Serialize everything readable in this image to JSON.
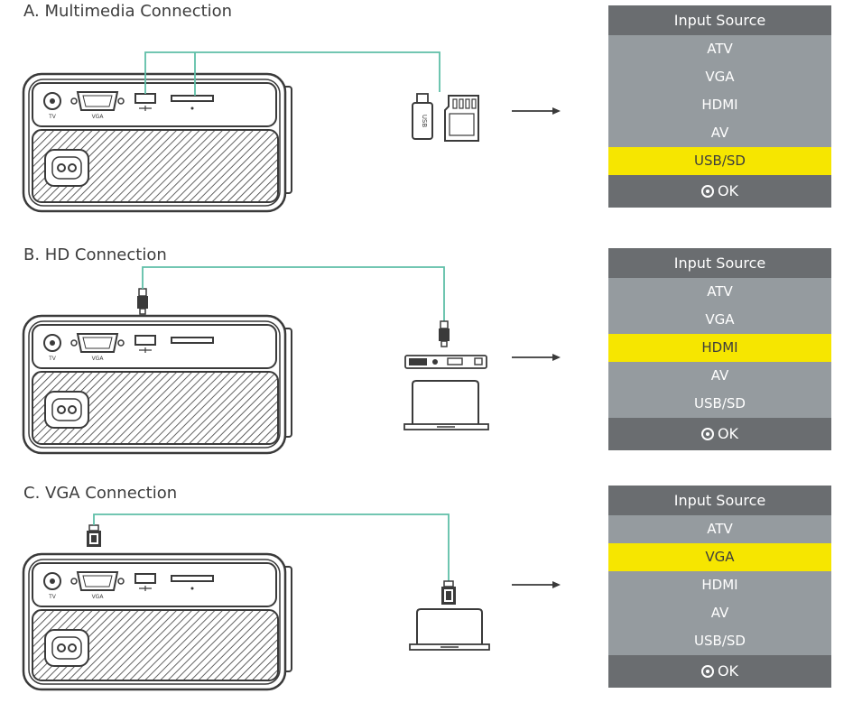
{
  "sections": [
    {
      "title": "A. Multimedia Connection",
      "menu_header": "Input Source",
      "items": [
        "ATV",
        "VGA",
        "HDMI",
        "AV",
        "USB/SD"
      ],
      "selected": 4,
      "ok_label": "OK",
      "usb_label": "USB"
    },
    {
      "title": "B. HD Connection",
      "menu_header": "Input Source",
      "items": [
        "ATV",
        "VGA",
        "HDMI",
        "AV",
        "USB/SD"
      ],
      "selected": 2,
      "ok_label": "OK"
    },
    {
      "title": "C. VGA Connection",
      "menu_header": "Input Source",
      "items": [
        "ATV",
        "VGA",
        "HDMI",
        "AV",
        "USB/SD"
      ],
      "selected": 1,
      "ok_label": "OK"
    }
  ],
  "port_labels": {
    "tv": "TV",
    "vga": "VGA"
  },
  "colors": {
    "cable": "#5fbfa8",
    "highlight": "#f6e600",
    "menu_bg": "#959b9f",
    "menu_header": "#6a6d70",
    "outline": "#3a3a3a"
  }
}
